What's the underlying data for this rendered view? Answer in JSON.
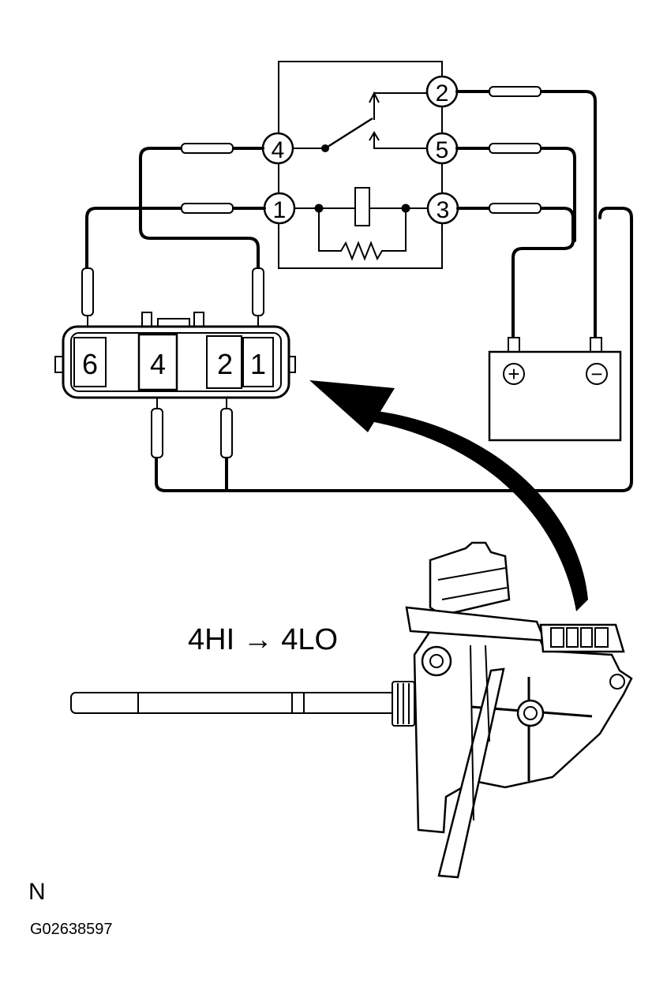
{
  "relay": {
    "terminals": [
      {
        "id": "2",
        "label": "2"
      },
      {
        "id": "4",
        "label": "4"
      },
      {
        "id": "5",
        "label": "5"
      },
      {
        "id": "1",
        "label": "1"
      },
      {
        "id": "3",
        "label": "3"
      }
    ]
  },
  "connector": {
    "pins": [
      {
        "id": "6",
        "label": "6"
      },
      {
        "id": "4",
        "label": "4"
      },
      {
        "id": "2",
        "label": "2"
      },
      {
        "id": "1",
        "label": "1"
      }
    ]
  },
  "battery": {
    "positive_symbol": "+",
    "negative_symbol": "−"
  },
  "mode_label": "4HI → 4LO",
  "view_label": "N",
  "figure_code": "G02638597"
}
